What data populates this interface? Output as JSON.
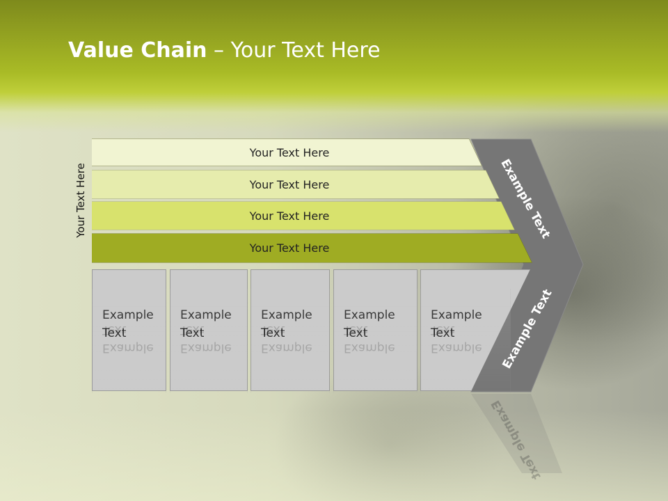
{
  "slide": {
    "title_bold": "Value Chain",
    "title_rest": " – Your Text Here",
    "side_label": "Your Text Here"
  },
  "bars": [
    {
      "label": "Your Text Here",
      "color": "#f1f4d2"
    },
    {
      "label": "Your Text Here",
      "color": "#e6ecad"
    },
    {
      "label": "Your Text Here",
      "color": "#d8e26d"
    },
    {
      "label": "Your Text Here",
      "color": "#9fac23"
    }
  ],
  "boxes": [
    {
      "line1": "Example",
      "line2": "Text"
    },
    {
      "line1": "Example",
      "line2": "Text"
    },
    {
      "line1": "Example",
      "line2": "Text"
    },
    {
      "line1": "Example",
      "line2": "Text"
    },
    {
      "line1": "Example",
      "line2": "Text"
    }
  ],
  "chevron": {
    "upper_label": "Example Text",
    "lower_label": "Example Text",
    "color": "#767676"
  }
}
